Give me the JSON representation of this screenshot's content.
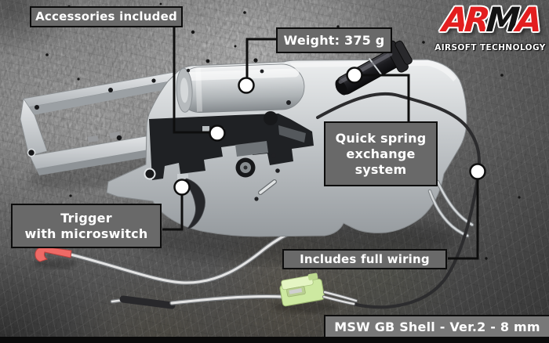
{
  "brand": {
    "letters": [
      {
        "char": "A",
        "color": "red"
      },
      {
        "char": "R",
        "color": "red"
      },
      {
        "char": "M",
        "color": "black"
      },
      {
        "char": "A",
        "color": "red"
      }
    ],
    "tagline": "AIRSOFT TECHNOLOGY"
  },
  "callouts": {
    "accessories": {
      "label": "Accessories included"
    },
    "weight": {
      "label": "Weight: 375 g"
    },
    "quick_spring": {
      "lines": [
        "Quick spring",
        "exchange",
        "system"
      ]
    },
    "trigger": {
      "lines": [
        "Trigger",
        "with microswitch"
      ]
    },
    "wiring": {
      "label": "Includes full wiring"
    }
  },
  "product_plate": {
    "label": "MSW GB Shell - Ver.2 - 8 mm"
  },
  "colors": {
    "brand_red": "#e31e1f",
    "label_background": "#696969",
    "label_border": "#0d0d0d",
    "label_text": "#ffffff",
    "red_connector": "#ee6a66",
    "green_connector": "#cde9a1",
    "shell_silver": "#c3c7ca"
  }
}
